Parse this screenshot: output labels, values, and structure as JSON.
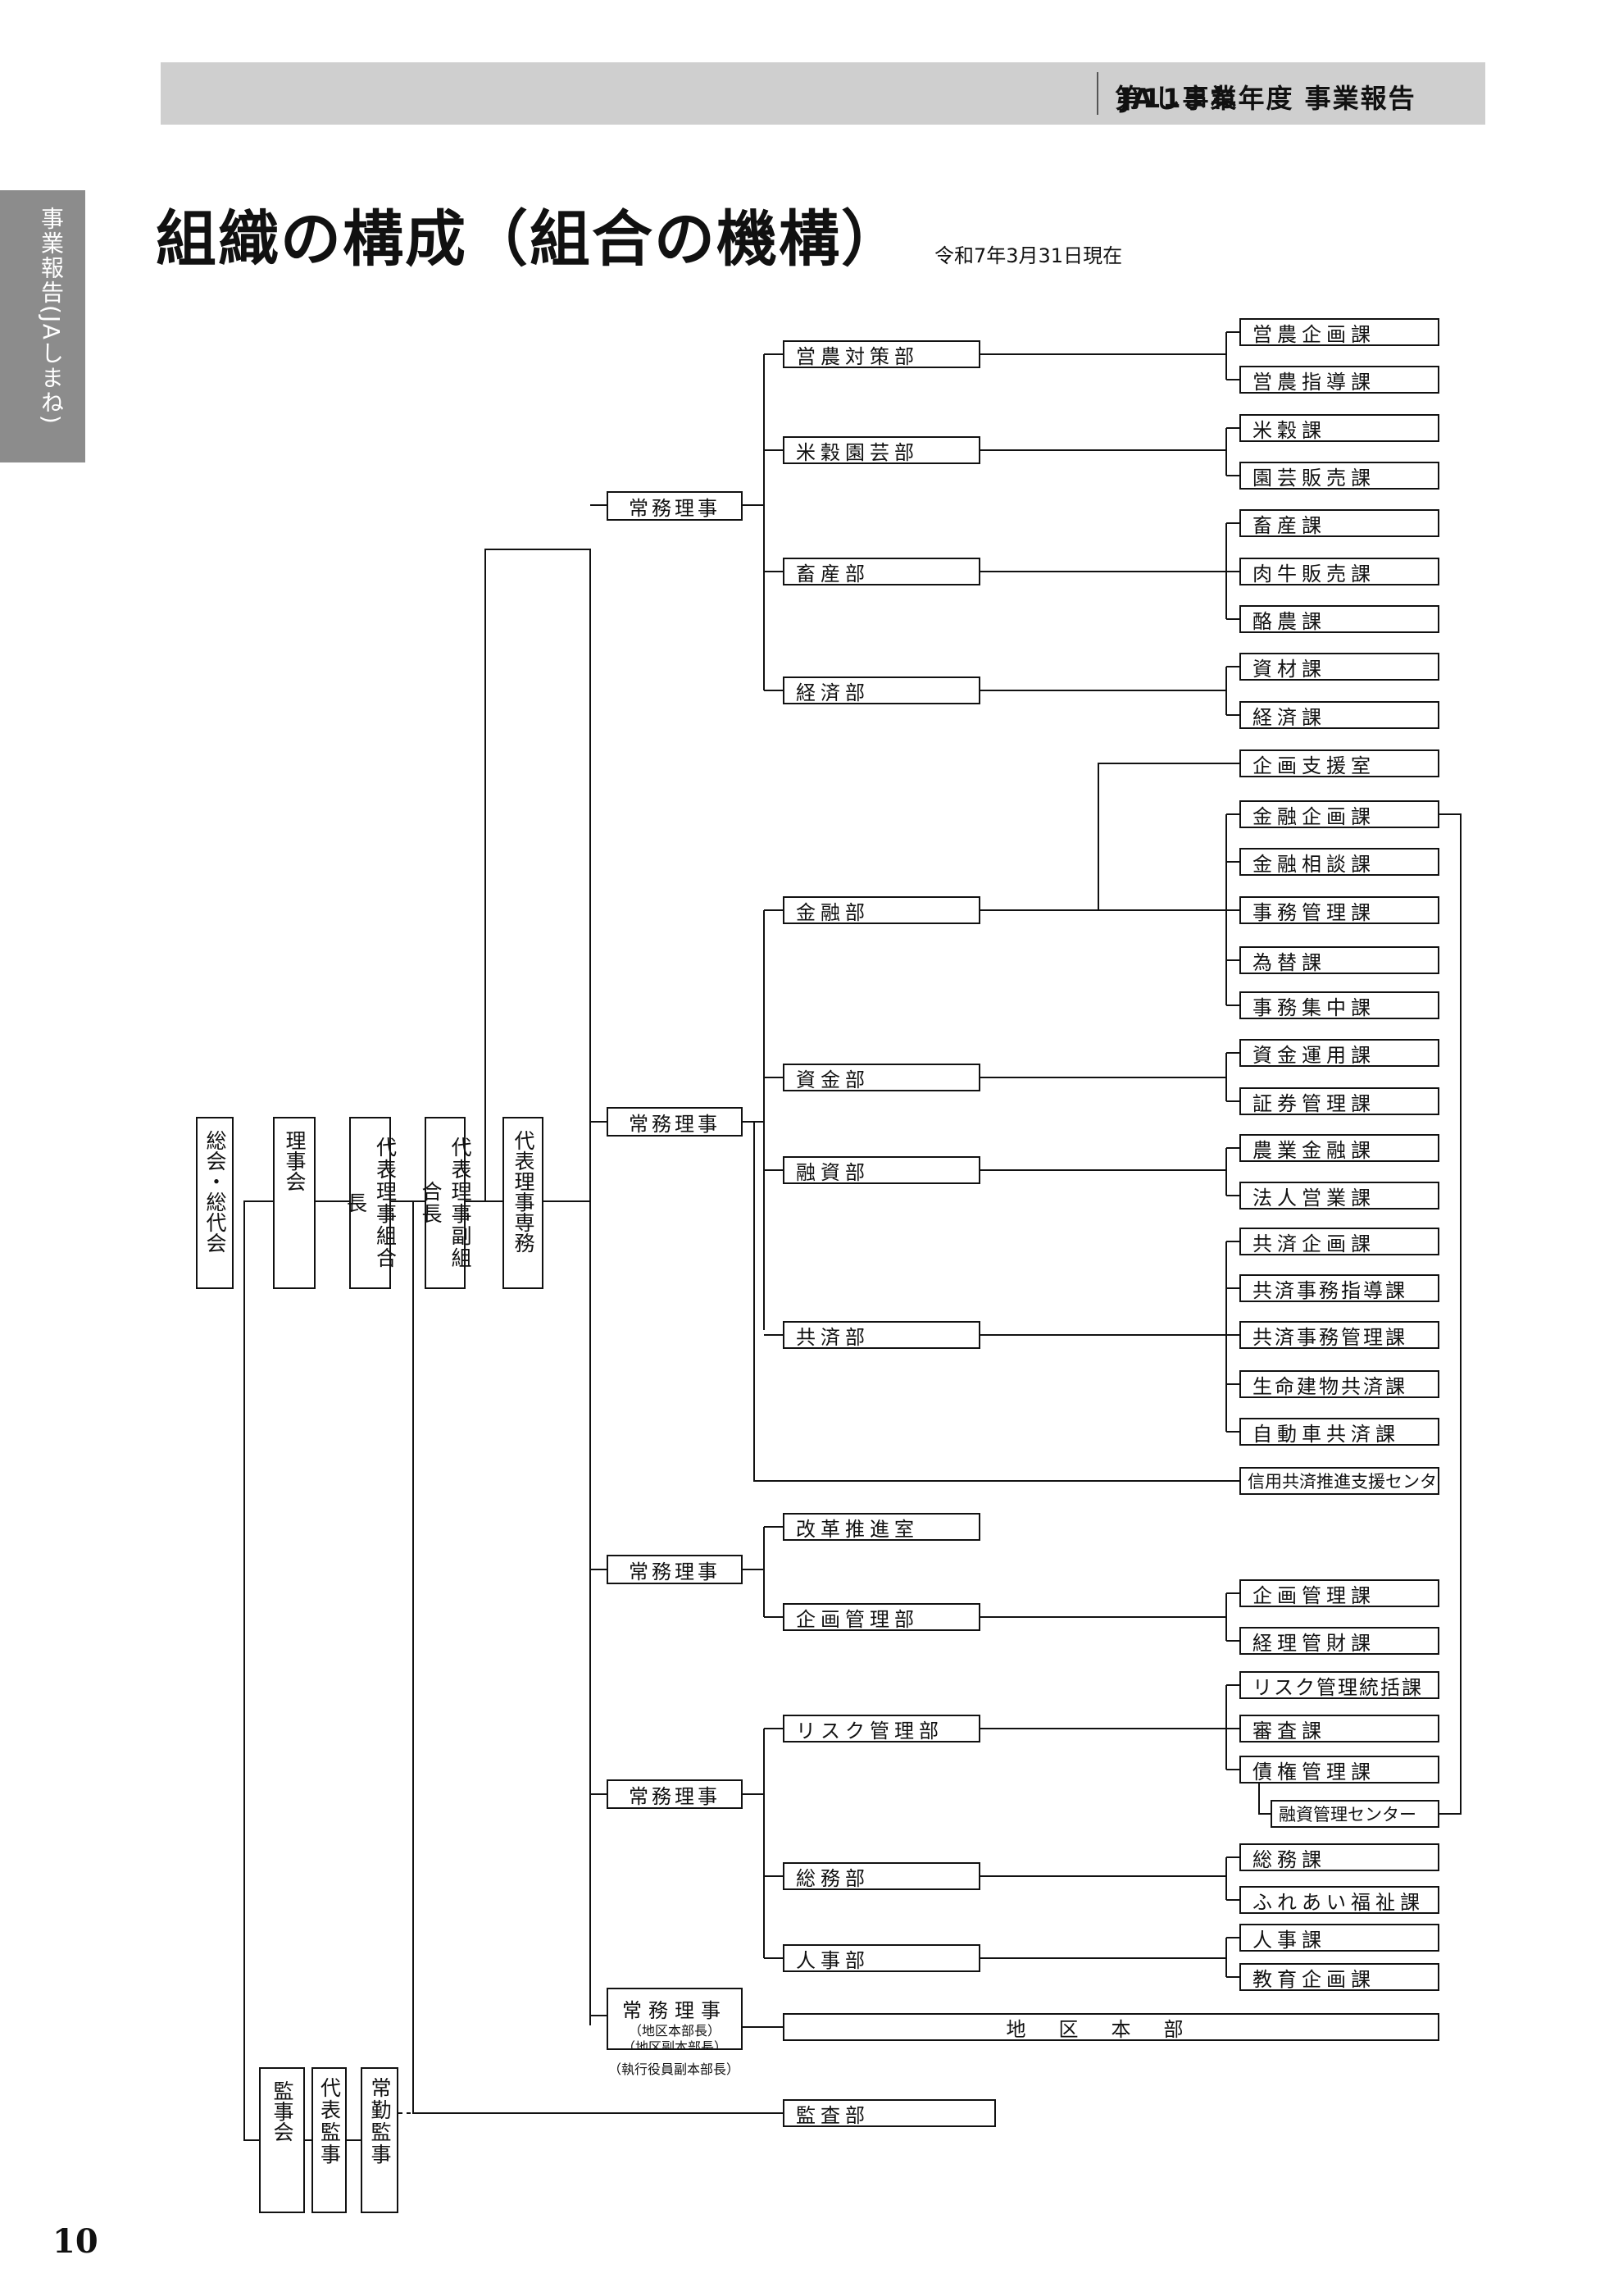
{
  "header": {
    "org": "JAしまね",
    "report": "第11事業年度 事業報告"
  },
  "side_tab": "事業報告(JAしまね)",
  "title": "組織の構成（組合の機構）",
  "as_of": "令和7年3月31日現在",
  "page_number": "10",
  "board": {
    "general_meeting": "総会・総代会",
    "board_of_directors": "理事会",
    "president": "代表理事組合長",
    "vice_president": "代表理事副組合長",
    "senior_managing": "代表理事専務"
  },
  "managing_director": "常務理事",
  "managing_director_note1": "（地区本部長）",
  "managing_director_note2": "（地区副本部長）",
  "executive_note": "（執行役員副本部長）",
  "departments": {
    "eino_taisaku": "営農対策部",
    "beikoku_engei": "米穀園芸部",
    "chikusan": "畜産部",
    "keizai": "経済部",
    "kinyu": "金融部",
    "shikin": "資金部",
    "yushi": "融資部",
    "kyosai": "共済部",
    "kaikaku": "改革推進室",
    "kikaku_kanri": "企画管理部",
    "risk_kanri": "リスク管理部",
    "somu": "総務部",
    "jinji": "人事部",
    "chiku_honbu": "地区本部",
    "kansa": "監査部"
  },
  "sections": {
    "eino_kikaku": "営農企画課",
    "eino_shido": "営農指導課",
    "beikoku": "米穀課",
    "engei_hanbai": "園芸販売課",
    "chikusan": "畜産課",
    "nikugyu_hanbai": "肉牛販売課",
    "rakuno": "酪農課",
    "shizai": "資材課",
    "keizai": "経済課",
    "kikaku_shien": "企画支援室",
    "kinyu_kikaku": "金融企画課",
    "kinyu_sodan": "金融相談課",
    "jimu_kanri": "事務管理課",
    "kawase": "為替課",
    "jimu_shuchu": "事務集中課",
    "shikin_unyo": "資金運用課",
    "shoken_kanri": "証券管理課",
    "nogyo_kinyu": "農業金融課",
    "hojin_eigyo": "法人営業課",
    "kyosai_kikaku": "共済企画課",
    "kyosai_jimu_shido": "共済事務指導課",
    "kyosai_jimu_kanri": "共済事務管理課",
    "seimei_tatemono": "生命建物共済課",
    "jidosha_kyosai": "自動車共済課",
    "shinyo_kyosai_center": "信用共済推進支援センター",
    "kikaku_kanri": "企画管理課",
    "keiri_kanzai": "経理管財課",
    "risk_tokatsu": "リスク管理統括課",
    "shinsa": "審査課",
    "saiken_kanri": "債権管理課",
    "yushi_kanri_center": "融資管理センター",
    "somu": "総務課",
    "fureai_fukushi": "ふれあい福祉課",
    "jinji": "人事課",
    "kyoiku_kikaku": "教育企画課"
  },
  "auditors": {
    "board": "監事会",
    "representative": "代表監事",
    "fulltime": "常勤監事"
  }
}
